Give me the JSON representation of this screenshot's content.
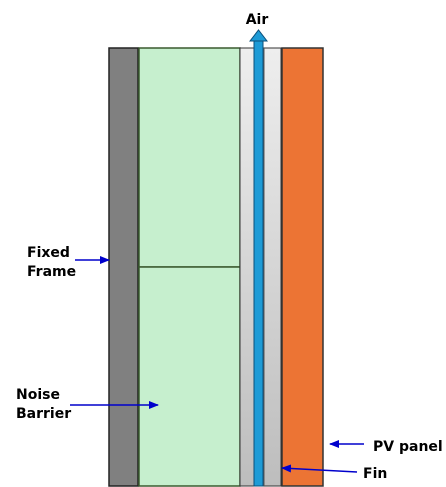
{
  "labels": {
    "air": "Air",
    "fixed_frame_line1": "Fixed",
    "fixed_frame_line2": "Frame",
    "noise_barrier_line1": "Noise",
    "noise_barrier_line2": "Barrier",
    "pv_panel": "PV panel",
    "fin": "Fin"
  },
  "colors": {
    "frame": "#808080",
    "barrier_fill": "#c6efce",
    "barrier_edge": "#3a5a2e",
    "air_gap_top": "#eeeeee",
    "air_gap_bottom": "#bdbdbd",
    "fin": "#1e9bd6",
    "pv_panel": "#ec7434",
    "arrow": "#0000cc",
    "text": "#000000"
  }
}
